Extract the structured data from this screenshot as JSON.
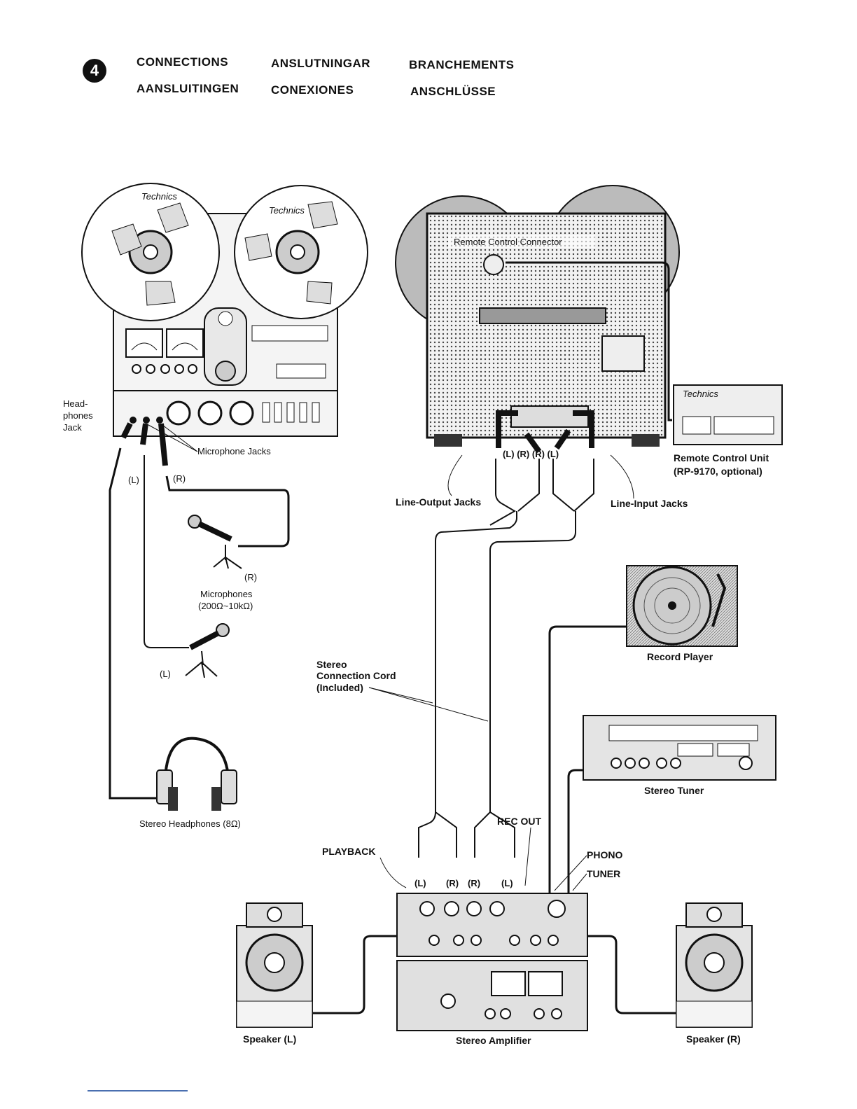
{
  "header": {
    "badge_number": "4",
    "titles": [
      "CONNECTIONS",
      "ANSLUTNINGAR",
      "BRANCHEMENTS",
      "AANSLUITINGEN",
      "CONEXIONES",
      "ANSCHLÜSSE"
    ]
  },
  "labels": {
    "headphones_jack": [
      "Head-",
      "phones",
      "Jack"
    ],
    "microphone_jacks": "Microphone Jacks",
    "mic_left_tag": "(L)",
    "mic_right_tag": "(R)",
    "mic_r": "(R)",
    "mic_l": "(L)",
    "microphones": [
      "Microphones",
      "(200Ω~10kΩ)"
    ],
    "stereo_headphones": "Stereo Headphones (8Ω)",
    "remote_control_connector": "Remote Control Connector",
    "remote_unit": [
      "Remote Control Unit",
      "(RP-9170, optional)"
    ],
    "line_output_jacks": "Line-Output Jacks",
    "line_input_jacks": "Line-Input Jacks",
    "rear_jack_tags": "(L) (R)   (R) (L)",
    "record_player": "Record Player",
    "stereo_connection_cord": [
      "Stereo",
      "Connection Cord",
      "(Included)"
    ],
    "stereo_tuner": "Stereo Tuner",
    "rec_out": "REC OUT",
    "playback": "PLAYBACK",
    "phono": "PHONO",
    "tuner": "TUNER",
    "amp_jack_tags": [
      "(L)",
      "(R)",
      "(R)",
      "(L)"
    ],
    "speaker_left": "Speaker (L)",
    "speaker_right": "Speaker (R)",
    "stereo_amplifier": "Stereo Amplifier",
    "brand": "Technics"
  }
}
